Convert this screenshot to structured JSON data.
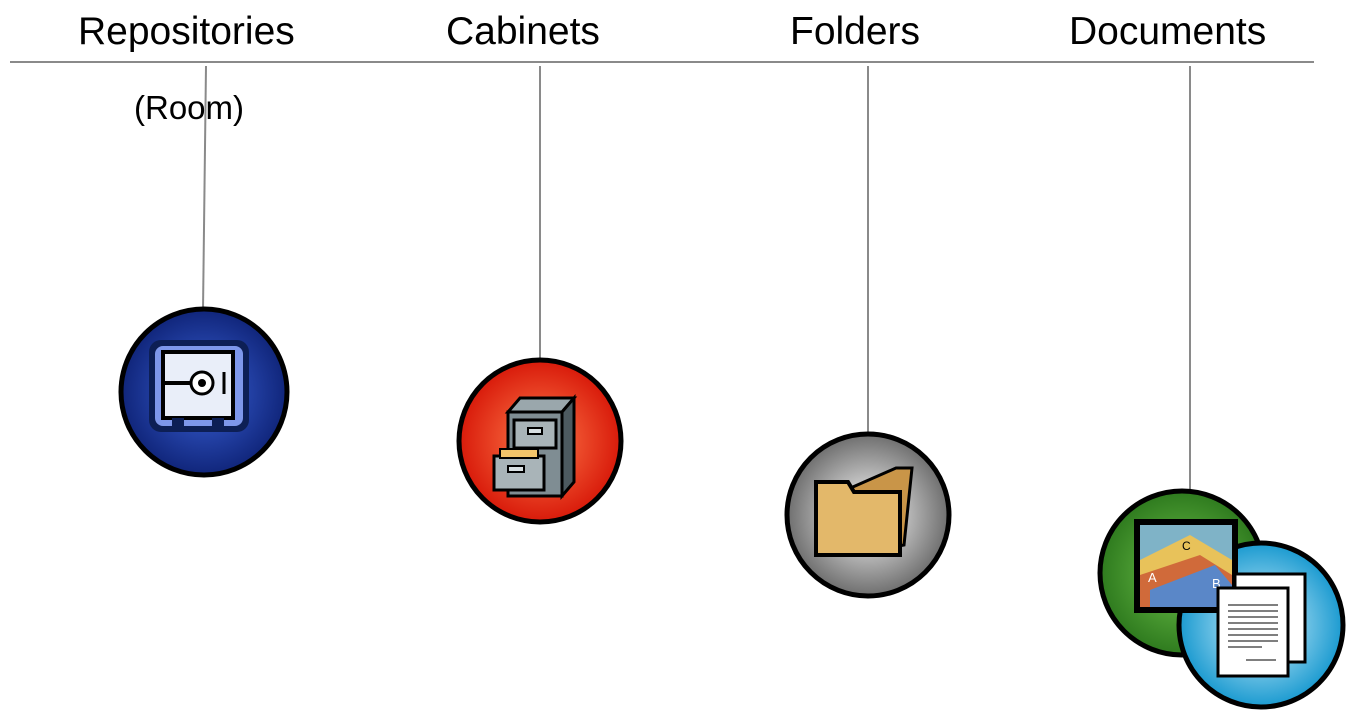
{
  "categories": [
    {
      "label": "Repositories",
      "icon": "safe-icon",
      "accent": "#1f3fa0"
    },
    {
      "label": "Cabinets",
      "icon": "filing-cabinet-icon",
      "accent": "#e0200f"
    },
    {
      "label": "Folders",
      "icon": "folder-icon",
      "accent": "#8a8a8a"
    },
    {
      "label": "Documents",
      "icon": "documents-icon",
      "accent": "#3a8a2a"
    }
  ],
  "repositories_note": "(Room)",
  "document_tabs": [
    "C",
    "A",
    "B"
  ]
}
